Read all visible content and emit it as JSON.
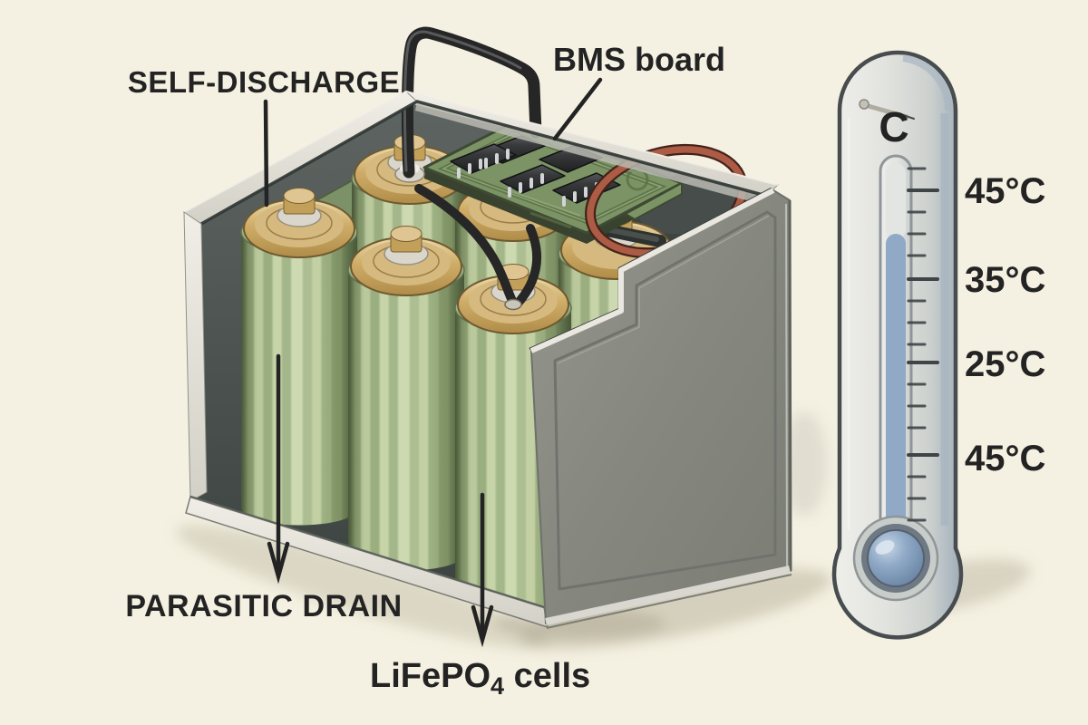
{
  "labels": {
    "self_discharge": "SELF-DISCHARGE",
    "bms_board": "BMS board",
    "parasitic_drain": "PARASITIC DRAIN",
    "lifepo4_prefix": "LiFePO",
    "lifepo4_subscript": "4",
    "lifepo4_suffix": " cells"
  },
  "thermometer": {
    "unit_label": "C",
    "scale_labels": [
      "45°C",
      "35°C",
      "25°C",
      "45°C"
    ]
  },
  "colors": {
    "background": "#F5F1E2",
    "ink": "#232323",
    "cell_green": "#A3B78B",
    "cell_green_light": "#C6D4A8",
    "cell_green_dark": "#71855A",
    "brass": "#C8A55E",
    "brass_light": "#E4CE9C",
    "case_gray": "#8B8D85",
    "case_dark": "#4C5250",
    "rim_light": "#E8E6DE",
    "pcb_green": "#7C9465",
    "pcb_green_dark": "#3E4A33",
    "chip_black": "#2E2F30",
    "wire_black": "#262626",
    "wire_red": "#AC5B45",
    "thermo_body": "#DCDDD9",
    "thermo_blue": "#8FA9C6",
    "thermo_bulb": "#7D99BA",
    "shadow": "#ADA68C"
  }
}
